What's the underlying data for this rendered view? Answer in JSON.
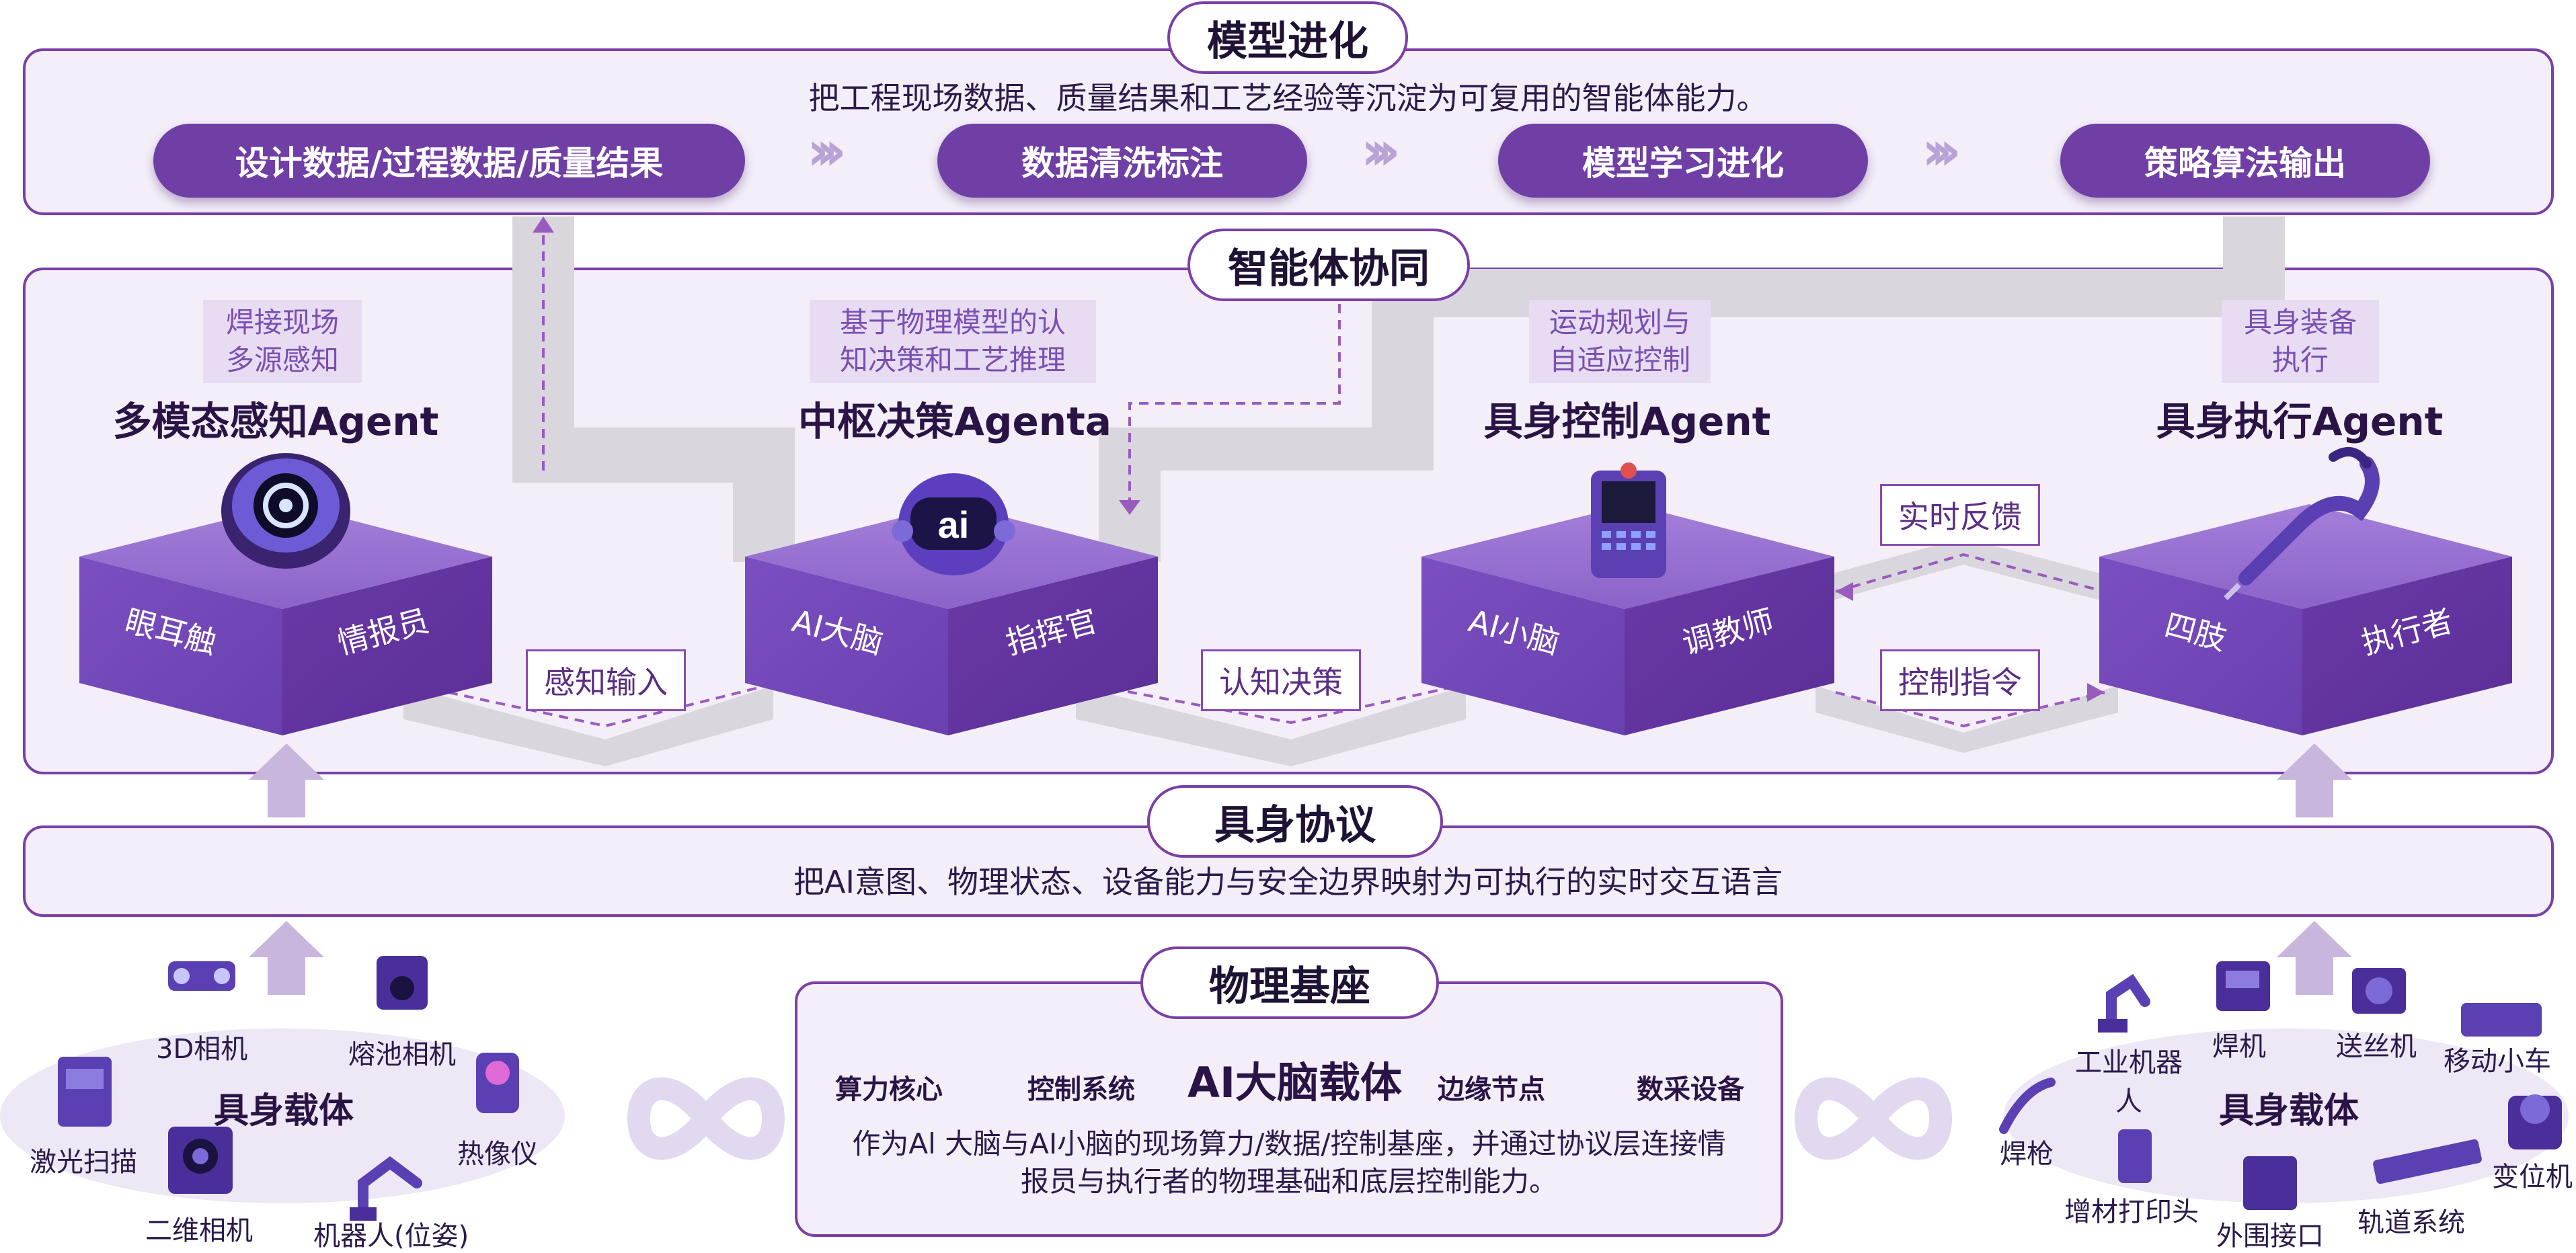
{
  "model_evolution": {
    "title": "模型进化",
    "subtitle": "把工程现场数据、质量结果和工艺经验等沉淀为可复用的智能体能力。",
    "steps": [
      "设计数据/过程数据/质量结果",
      "数据清洗标注",
      "模型学习进化",
      "策略算法输出"
    ]
  },
  "agent_collab": {
    "title": "智能体协同",
    "agents": [
      {
        "name": "多模态感知Agent",
        "tag": "焊接现场\n多源感知",
        "face_left": "眼耳触",
        "face_right": "情报员",
        "icon": "eye-robot-icon"
      },
      {
        "name": "中枢决策Agenta",
        "tag": "基于物理模型的认\n知决策和工艺推理",
        "face_left": "AI大脑",
        "face_right": "指挥官",
        "icon": "ai-robot-head-icon"
      },
      {
        "name": "具身控制Agent",
        "tag": "运动规划与\n自适应控制",
        "face_left": "AI小脑",
        "face_right": "调教师",
        "icon": "teach-pendant-icon"
      },
      {
        "name": "具身执行Agent",
        "tag": "具身装备\n执行",
        "face_left": "四肢",
        "face_right": "执行者",
        "icon": "welding-torch-icon"
      }
    ],
    "flows": {
      "perception_input": "感知输入",
      "cognitive_decision": "认知决策",
      "realtime_feedback": "实时反馈",
      "control_command": "控制指令"
    }
  },
  "protocol": {
    "title": "具身协议",
    "subtitle": "把AI意图、物理状态、设备能力与安全边界映射为可执行的实时交互语言"
  },
  "physical_base": {
    "title": "物理基座",
    "center": "AI大脑载体",
    "items": [
      "算力核心",
      "控制系统",
      "边缘节点",
      "数采设备"
    ],
    "description_line1": "作为Al 大脑与AI小脑的现场算力/数据/控制基座，并通过协议层连接情",
    "description_line2": "报员与执行者的物理基础和底层控制能力。"
  },
  "left_carrier": {
    "title": "具身载体",
    "devices": [
      "3D相机",
      "熔池相机",
      "激光扫描",
      "热像仪",
      "二维相机",
      "机器人(位姿)"
    ]
  },
  "right_carrier": {
    "title": "具身载体",
    "devices": [
      "工业机器人",
      "焊机",
      "送丝机",
      "移动小车",
      "焊枪",
      "变位机",
      "增材打印头",
      "外围接口",
      "轨道系统"
    ]
  },
  "colors": {
    "primary": "#6f3fa6",
    "border": "#7b3fa6",
    "panel_bg": "#f3eef8",
    "tag_bg": "#e7dcf2",
    "gray_track": "#d9d7dd"
  }
}
